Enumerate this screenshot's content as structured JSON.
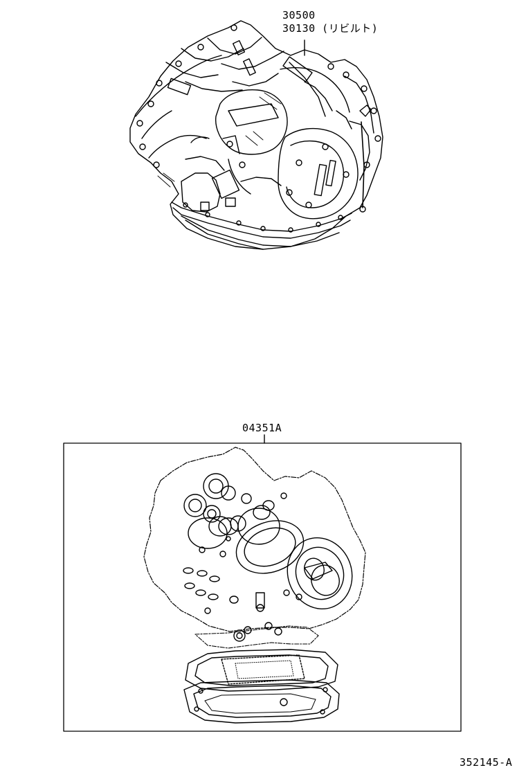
{
  "transmission": {
    "part_no_1": "30500",
    "part_no_2": "30130 (リビルト)"
  },
  "overhaul_kit": {
    "part_no": "04351A"
  },
  "diagram_code": "352145-A"
}
